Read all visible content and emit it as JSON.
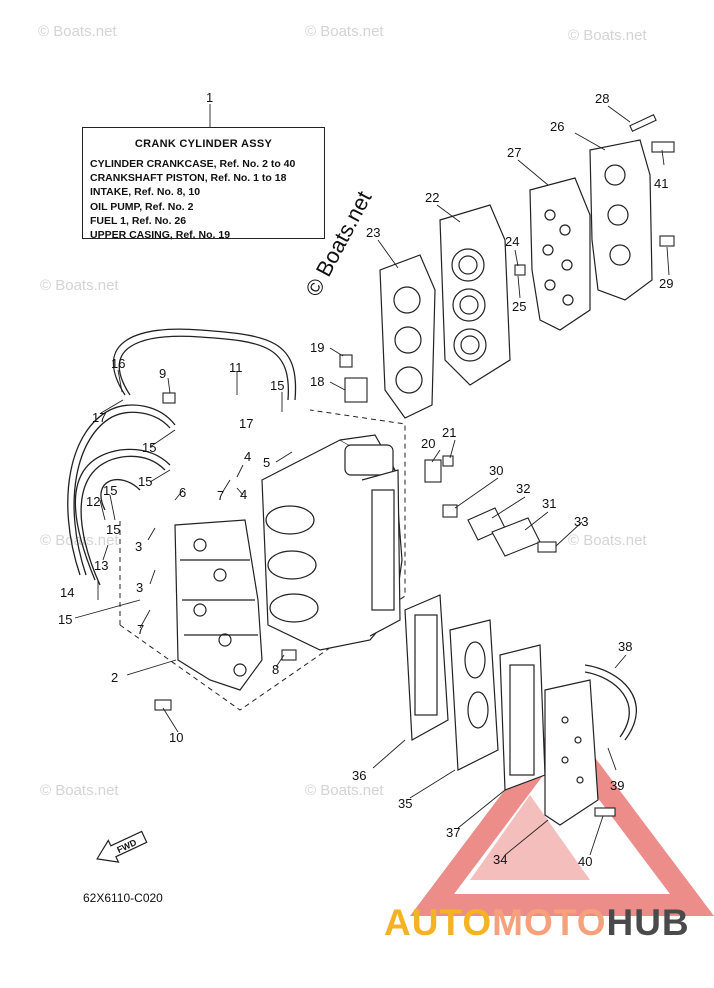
{
  "legend": {
    "title": "CRANK CYLINDER ASSY",
    "lines": [
      "CYLINDER CRANKCASE, Ref. No. 2 to 40",
      "CRANKSHAFT PISTON, Ref. No. 1 to 18",
      "INTAKE,  Ref. No. 8, 10",
      "OIL PUMP,  Ref. No. 2",
      "FUEL 1,  Ref. No. 26",
      "UPPER CASING,  Ref. No. 19"
    ]
  },
  "part_numbers": [
    "1",
    "2",
    "3",
    "3",
    "4",
    "4",
    "5",
    "6",
    "7",
    "7",
    "8",
    "9",
    "10",
    "11",
    "12",
    "13",
    "14",
    "15",
    "15",
    "15",
    "15",
    "15",
    "15",
    "16",
    "17",
    "17",
    "18",
    "19",
    "20",
    "21",
    "22",
    "23",
    "24",
    "25",
    "26",
    "27",
    "28",
    "29",
    "30",
    "31",
    "32",
    "33",
    "34",
    "35",
    "36",
    "37",
    "38",
    "39",
    "40",
    "41"
  ],
  "fwd_label": "FWD",
  "drawing_code": "62X6110-C020",
  "watermark": "© Boats.net",
  "logo": {
    "part1": "AUTO",
    "part2": "MOTO",
    "part3": "HUB",
    "colors": {
      "auto": "#f5b324",
      "moto": "#f7a07c",
      "hub": "#4a4a4a",
      "triangle": "#e0413c"
    }
  }
}
